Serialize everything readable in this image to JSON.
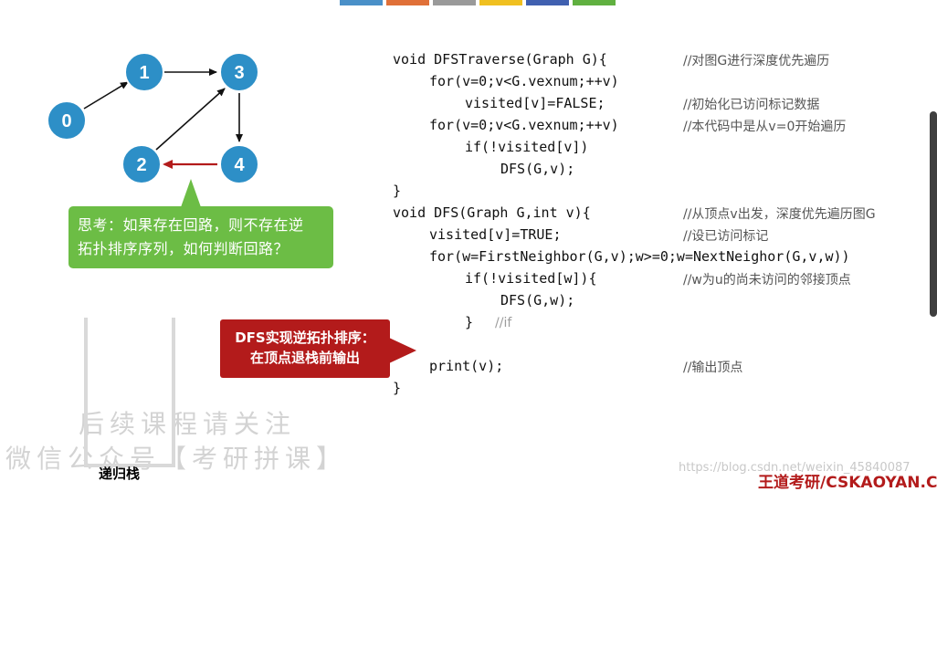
{
  "header_strip_colors": [
    "#4a90c8",
    "#e07038",
    "#9a9a9a",
    "#f0c020",
    "#4060b0",
    "#60b040"
  ],
  "graph": {
    "nodes": [
      {
        "id": "0"
      },
      {
        "id": "1"
      },
      {
        "id": "2"
      },
      {
        "id": "3"
      },
      {
        "id": "4"
      }
    ],
    "edges": [
      {
        "from": "0",
        "to": "1"
      },
      {
        "from": "1",
        "to": "3"
      },
      {
        "from": "2",
        "to": "3"
      },
      {
        "from": "3",
        "to": "4"
      },
      {
        "from": "4",
        "to": "2",
        "highlight": true
      }
    ],
    "node_color": "#2d8fc7",
    "edge_color": "#111111",
    "highlight_color": "#b31b1b"
  },
  "think_callout": {
    "line1": "思考：如果存在回路，则不存在逆",
    "line2": "拓扑排序序列，如何判断回路？",
    "color": "#6cbd45"
  },
  "dfs_callout": {
    "line1": "DFS实现逆拓扑排序：",
    "line2": "在顶点退栈前输出",
    "color": "#b31b1b"
  },
  "stack_label": "递归栈",
  "watermark": {
    "line1": "后续课程请关注",
    "line2": "微信公众号【考研拼课】"
  },
  "code": {
    "l1": "void DFSTraverse(Graph G){",
    "l1_comment": "//对图G进行深度优先遍历",
    "l2": "for(v=0;v<G.vexnum;++v)",
    "l3": "visited[v]=FALSE;",
    "l3_comment": "//初始化已访问标记数据",
    "l4": "for(v=0;v<G.vexnum;++v)",
    "l4_comment": "//本代码中是从v=0开始遍历",
    "l5": "if(!visited[v])",
    "l6": "DFS(G,v);",
    "l7": "}",
    "l8": "void DFS(Graph G,int v){",
    "l8_comment": "//从顶点v出发，深度优先遍历图G",
    "l9": "visited[v]=TRUE;",
    "l9_comment": "//设已访问标记",
    "l10": "for(w=FirstNeighbor(G,v);w>=0;w=NextNeighor(G,v,w))",
    "l11": "if(!visited[w]){",
    "l11_comment": "//w为u的尚未访问的邻接顶点",
    "l12": "DFS(G,w);",
    "l13": "}",
    "l13_comment": "//if",
    "l14": "print(v);",
    "l14_comment": "//输出顶点",
    "l15": "}"
  },
  "footer": {
    "brand": "王道考研/CSKAOYAN.C",
    "url": "https://blog.csdn.net/weixin_45840087"
  }
}
